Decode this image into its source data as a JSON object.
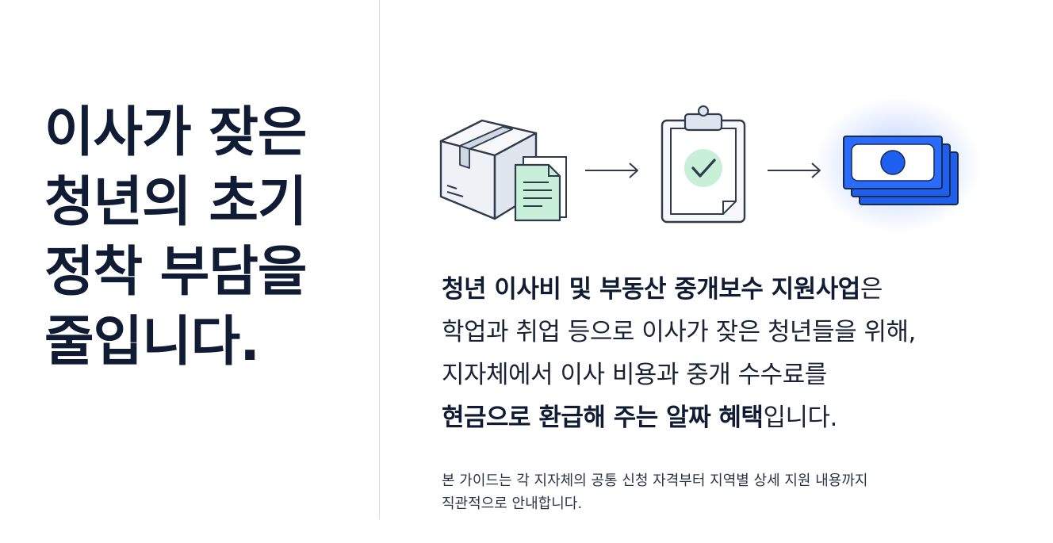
{
  "headline": {
    "lines": [
      "이사가 잦은",
      "청년의 초기",
      "정착 부담을",
      "줄입니다."
    ]
  },
  "flow": {
    "steps": [
      "box-with-document-icon",
      "clipboard-check-icon",
      "cash-stack-icon"
    ],
    "arrows": [
      "arrow-right-icon",
      "arrow-right-icon"
    ],
    "colors": {
      "outline": "#2f3a4d",
      "box_fill": "#eef1f6",
      "document_fill": "#c8f0d8",
      "check_fill": "#c8f0d8",
      "cash_fill": "#1f5ff0",
      "cash_glow": "#9fbcff"
    }
  },
  "description": {
    "line1": {
      "bold": "청년 이사비 및 부동산 중개보수 지원사업",
      "rest": "은"
    },
    "line2": "학업과 취업 등으로 이사가 잦은 청년들을 위해,",
    "line3": "지자체에서 이사 비용과 중개 수수료를",
    "line4": {
      "bold": "현금으로 환급해 주는 알짜 혜택",
      "rest": "입니다."
    }
  },
  "note": {
    "line1": "본 가이드는 각 지자체의 공통 신청 자격부터 지역별 상세 지원 내용까지",
    "line2": "직관적으로 안내합니다."
  }
}
